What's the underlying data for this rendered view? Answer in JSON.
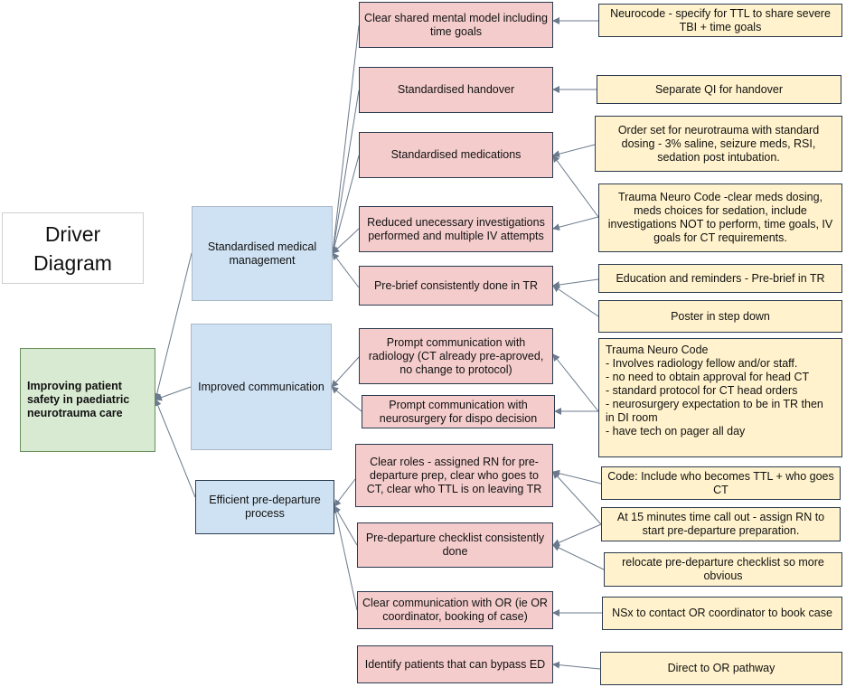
{
  "title": "Driver\nDiagram",
  "aim": "Improving patient safety in paediatric neurotrauma care",
  "primary_drivers": [
    "Standardised medical management",
    "Improved communication",
    "Efficient pre-departure process"
  ],
  "secondary_drivers": [
    "Clear shared mental model including time goals",
    "Standardised handover",
    "Standardised medications",
    "Reduced unecessary investigations performed and multiple IV attempts",
    "Pre-brief consistently done in TR",
    "Prompt communication with radiology (CT already pre-aproved, no change to protocol)",
    "Prompt communication with neurosurgery for dispo decision",
    "Clear roles - assigned RN for pre-departure prep, clear who goes to CT, clear who TTL is on leaving TR",
    "Pre-departure checklist consistently done",
    "Clear communication with OR (ie OR coordinator, booking of case)",
    "Identify patients that can bypass ED"
  ],
  "change_ideas": [
    "Neurocode - specify for TTL to share severe TBI + time goals",
    "Separate QI for handover",
    "Order set for neurotrauma with standard dosing - 3% saline, seizure meds, RSI, sedation post intubation.",
    "Trauma Neuro Code -clear meds dosing, meds choices for sedation, include investigations NOT to perform, time goals, IV goals for CT requirements.",
    "Education and reminders - Pre-brief in TR",
    "Poster in step down",
    "Trauma Neuro Code\n- Involves radiology fellow and/or staff.\n-  no need to obtain approval for head CT\n- standard protocol for CT head orders\n- neurosurgery expectation to be in TR then in DI room\n- have tech on pager all day",
    "Code: Include who becomes TTL + who goes CT",
    "At 15 minutes time call out - assign RN to start pre-departure preparation.",
    "relocate pre-departure checklist so more obvious",
    "NSx to contact OR coordinator to book case",
    "Direct to OR pathway"
  ],
  "colors": {
    "aim_fill": "#d9ead3",
    "primary_fill": "#cfe2f3",
    "secondary_fill": "#f4cccc",
    "change_fill": "#fff2cc",
    "line": "#6b7a8c"
  }
}
